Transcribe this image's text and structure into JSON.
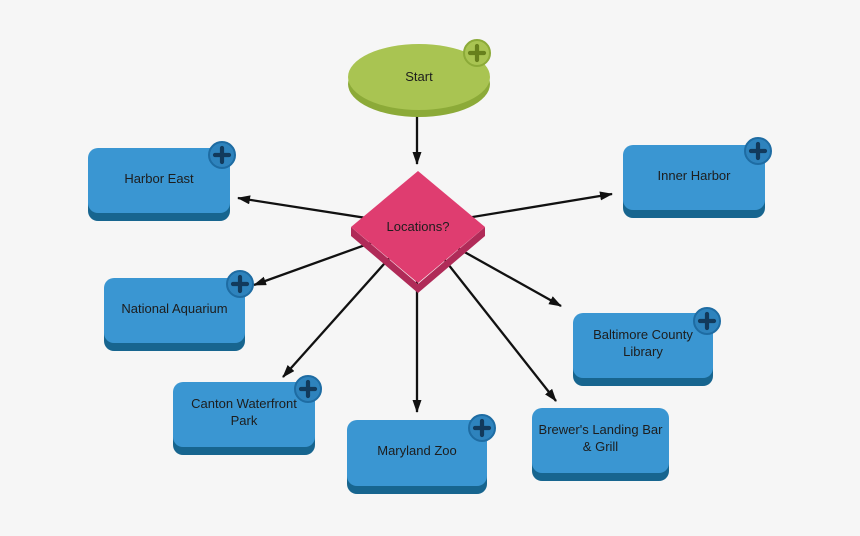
{
  "colors": {
    "canvas_bg": "#f6f6f6",
    "arrow": "#111111",
    "label_text": "#1d1d1d",
    "green_fill": "#a9c452",
    "green_rim": "#8caa38",
    "green_plus_glyph": "#67801c",
    "blue_fill": "#3a96d2",
    "blue_rim": "#17658f",
    "blue_plus_fill": "#2e83bd",
    "blue_plus_ring": "#1e6ca3",
    "blue_plus_glyph": "#123a5c",
    "pink_fill": "#df3d70",
    "pink_rim": "#b02b58"
  },
  "icons": {
    "add_node": "+"
  },
  "nodes": {
    "start": {
      "label": "Start",
      "shape": "ellipse",
      "has_add_button": true
    },
    "locations": {
      "label": "Locations?",
      "shape": "decision-diamond",
      "has_add_button": false
    },
    "harbor_east": {
      "label": "Harbor East",
      "shape": "rounded-rectangle",
      "has_add_button": true
    },
    "inner_harbor": {
      "label": "Inner Harbor",
      "shape": "rounded-rectangle",
      "has_add_button": true
    },
    "national_aquarium": {
      "label": "National Aquarium",
      "shape": "rounded-rectangle",
      "has_add_button": true
    },
    "canton_waterfront_park": {
      "label": "Canton Waterfront Park",
      "shape": "rounded-rectangle",
      "has_add_button": true
    },
    "maryland_zoo": {
      "label": "Maryland Zoo",
      "shape": "rounded-rectangle",
      "has_add_button": true
    },
    "baltimore_county_library": {
      "label": "Baltimore County Library",
      "shape": "rounded-rectangle",
      "has_add_button": true
    },
    "brewers_landing_bar_grill": {
      "label": "Brewer's Landing Bar & Grill",
      "shape": "rounded-rectangle",
      "has_add_button": false
    }
  },
  "edges": [
    {
      "from": "start",
      "to": "locations"
    },
    {
      "from": "locations",
      "to": "harbor_east"
    },
    {
      "from": "locations",
      "to": "inner_harbor"
    },
    {
      "from": "locations",
      "to": "national_aquarium"
    },
    {
      "from": "locations",
      "to": "canton_waterfront_park"
    },
    {
      "from": "locations",
      "to": "maryland_zoo"
    },
    {
      "from": "locations",
      "to": "brewers_landing_bar_grill"
    },
    {
      "from": "locations",
      "to": "baltimore_county_library"
    }
  ]
}
